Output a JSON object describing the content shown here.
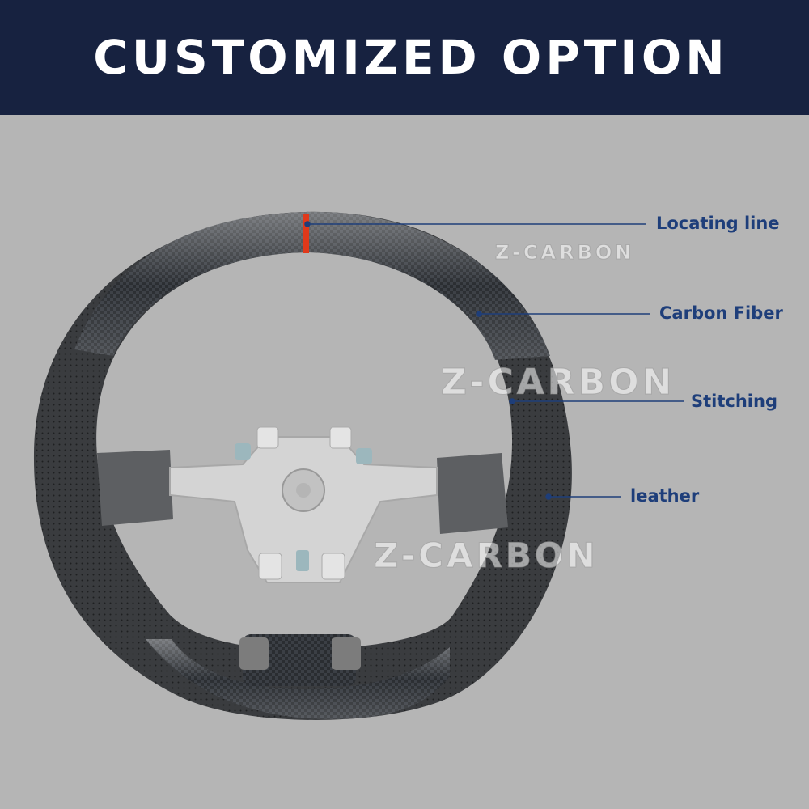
{
  "header": {
    "title": "CUSTOMIZED OPTION"
  },
  "watermarks": {
    "text": "Z-CARBON"
  },
  "callouts": [
    {
      "label": "Locating line"
    },
    {
      "label": "Carbon Fiber"
    },
    {
      "label": "Stitching"
    },
    {
      "label": "leather"
    }
  ],
  "colors": {
    "header_bg": "#172240",
    "background": "#b4b4b4",
    "callout": "#1e3e7a",
    "locating_line": "#e0391b"
  }
}
